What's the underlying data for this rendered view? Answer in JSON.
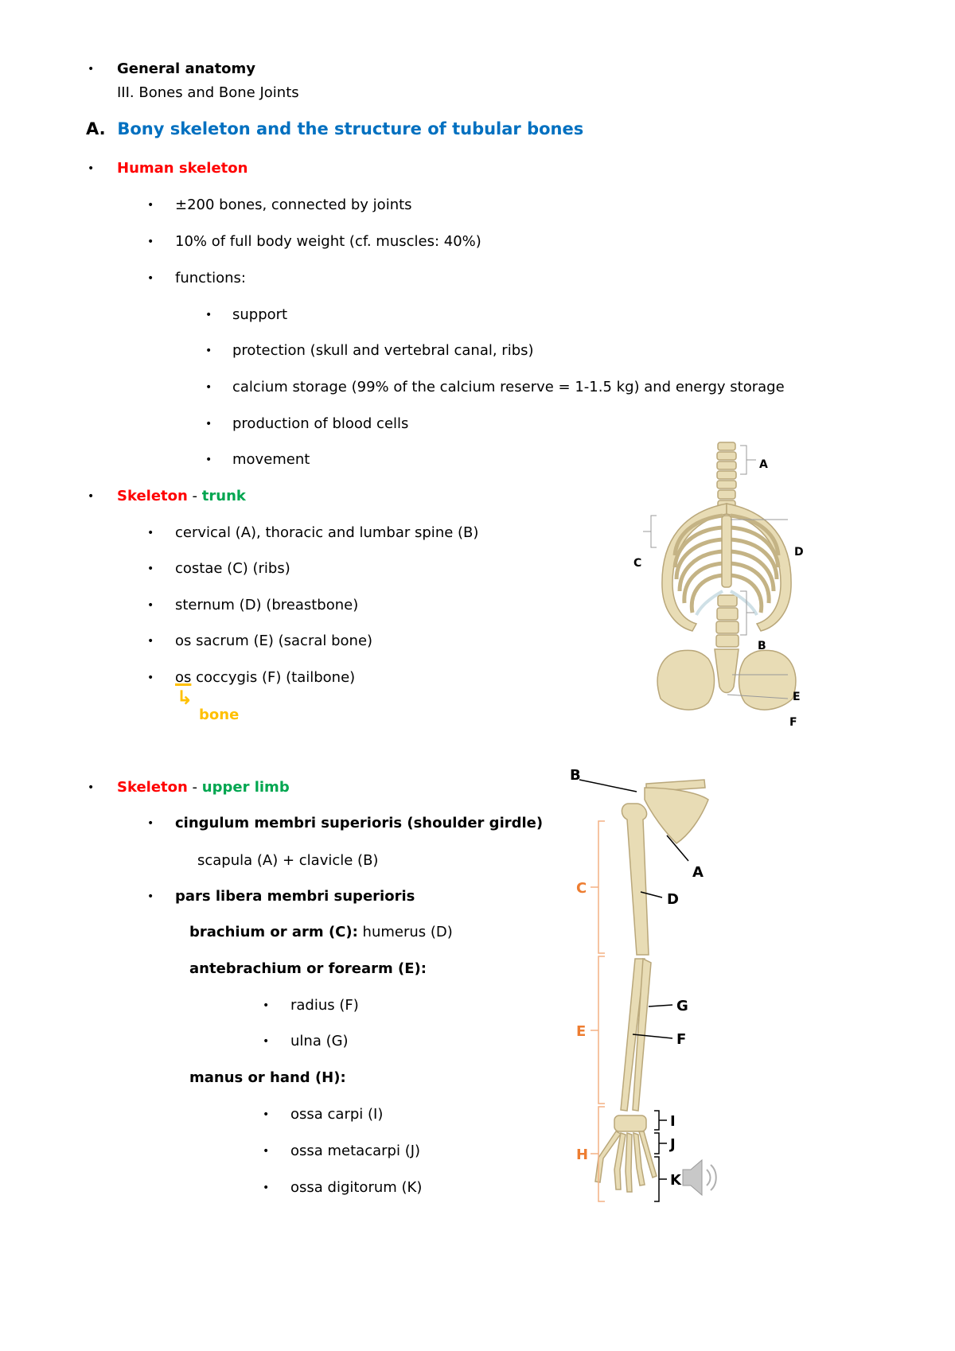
{
  "header": {
    "section": "General anatomy",
    "subsection": "III. Bones and Bone Joints"
  },
  "heading": {
    "letter": "A.",
    "title": "Bony skeleton and the structure of tubular bones"
  },
  "human_skeleton": {
    "title": "Human skeleton",
    "items": [
      "±200 bones, connected by joints",
      "10% of full body weight (cf. muscles: 40%)",
      "functions:"
    ],
    "functions": [
      "support",
      "protection (skull and vertebral canal, ribs)",
      "calcium storage (99% of the calcium reserve = 1-1.5 kg) and energy storage",
      "production of blood cells",
      "movement"
    ]
  },
  "trunk": {
    "title_red": "Skeleton",
    "sep": " - ",
    "title_green": "trunk",
    "items": [
      "cervical (A), thoracic and lumbar spine (B)",
      "costae (C) (ribs)",
      "sternum (D) (breastbone)",
      "os sacrum (E) (sacral bone)"
    ],
    "coccyx_os": "os",
    "coccyx_rest": " coccygis (F) (tailbone)",
    "note_arrow": "↳",
    "note": "bone"
  },
  "upper_limb": {
    "title_red": "Skeleton",
    "sep": " - ",
    "title_green": "upper limb",
    "girdle": "cingulum membri superioris (shoulder girdle)",
    "girdle_parts": "scapula (A) + clavicle (B)",
    "pars": "pars libera membri superioris",
    "arm_bold": "brachium or arm (C):",
    "arm_rest": " humerus (D)",
    "forearm": "antebrachium or forearm (E):",
    "forearm_items": [
      "radius (F)",
      "ulna (G)"
    ],
    "hand": "manus or hand (H):",
    "hand_items": [
      "ossa carpi (I)",
      "ossa metacarpi (J)",
      "ossa digitorum (K)"
    ]
  },
  "trunk_figure": {
    "labels": [
      "A",
      "B",
      "C",
      "D",
      "E",
      "F"
    ]
  },
  "limb_figure": {
    "labels": [
      "A",
      "B",
      "C",
      "D",
      "E",
      "F",
      "G",
      "H",
      "I",
      "J",
      "K"
    ]
  },
  "colors": {
    "red": "#ff0000",
    "green": "#00a650",
    "blue": "#0070c0",
    "orange": "#ffc000",
    "bone": "#e8dcb5",
    "bracket": "#f4b183",
    "label_orange": "#ed7d31"
  }
}
